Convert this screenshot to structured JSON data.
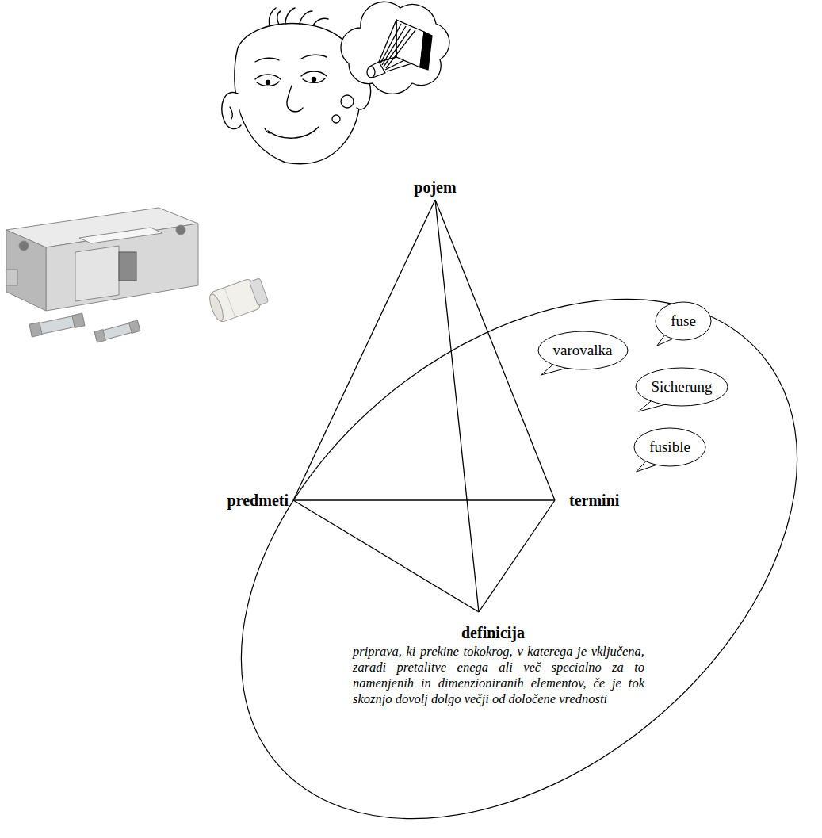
{
  "diagram": {
    "nodes": [
      {
        "text": [
          "termini",
          "definicija",
          "priprava, ki prekine tokokrog, v katerega je vključena, zaradi pretalitve enega ali več specialno za to namenjenih in dimenzioniranih elementov, če je tok skoznjo dovolj dolgo večji od določene vrednosti"
        ]
      },
      {
        "text": [
          "varovalka"
        ],
        "in": 0
      },
      {
        "text": [
          "fuse"
        ],
        "in": 0
      },
      {
        "text": [
          "Sicherung"
        ],
        "in": 0
      },
      {
        "text": [
          "fusible"
        ],
        "in": 0
      }
    ],
    "labels": [
      "pojem",
      "predmeti"
    ]
  }
}
